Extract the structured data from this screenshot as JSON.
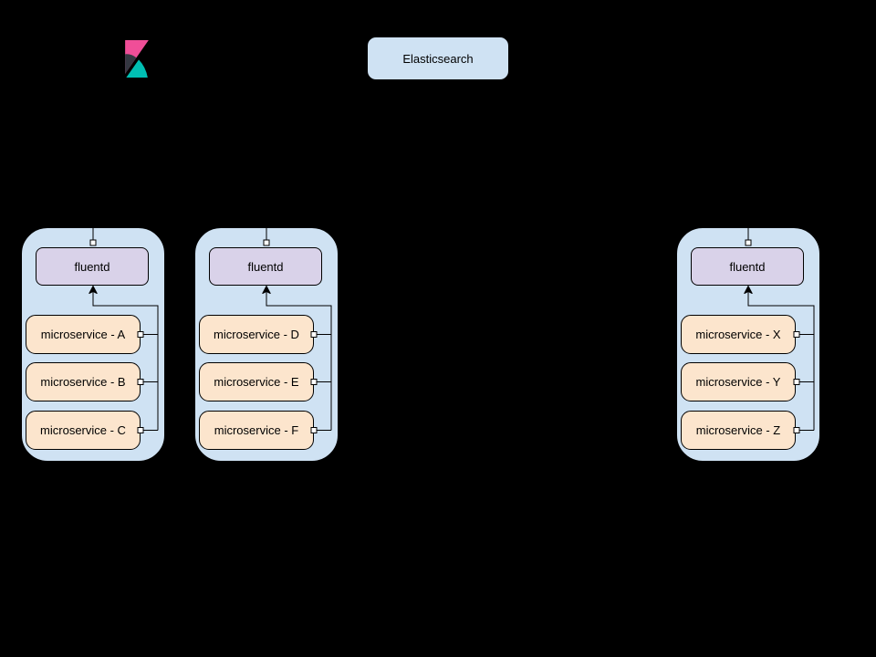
{
  "canvas": {
    "background": "#000000"
  },
  "palette": {
    "node_group_fill": "#cfe2f3",
    "elasticsearch_fill": "#cfe2f3",
    "fluentd_fill": "#d9d2e9",
    "microservice_fill": "#fce5cd",
    "connector_color": "#000000",
    "connector_handle_fill": "#ffffff",
    "kibana_pink": "#F04E98",
    "kibana_dark": "#343741",
    "kibana_teal": "#00BFB3"
  },
  "header": {
    "kibana_logo_icon": "kibana-logo",
    "elasticsearch_label": "Elasticsearch"
  },
  "groups": [
    {
      "fluentd_label": "fluentd",
      "microservices": [
        "microservice - A",
        "microservice - B",
        "microservice - C"
      ]
    },
    {
      "fluentd_label": "fluentd",
      "microservices": [
        "microservice - D",
        "microservice - E",
        "microservice - F"
      ]
    },
    {
      "fluentd_label": "fluentd",
      "microservices": [
        "microservice - X",
        "microservice - Y",
        "microservice - Z"
      ]
    }
  ],
  "connections": {
    "microservices_to_fluentd": "arrow up into fluentd",
    "fluentd_up_line": "line exiting top of each group"
  }
}
